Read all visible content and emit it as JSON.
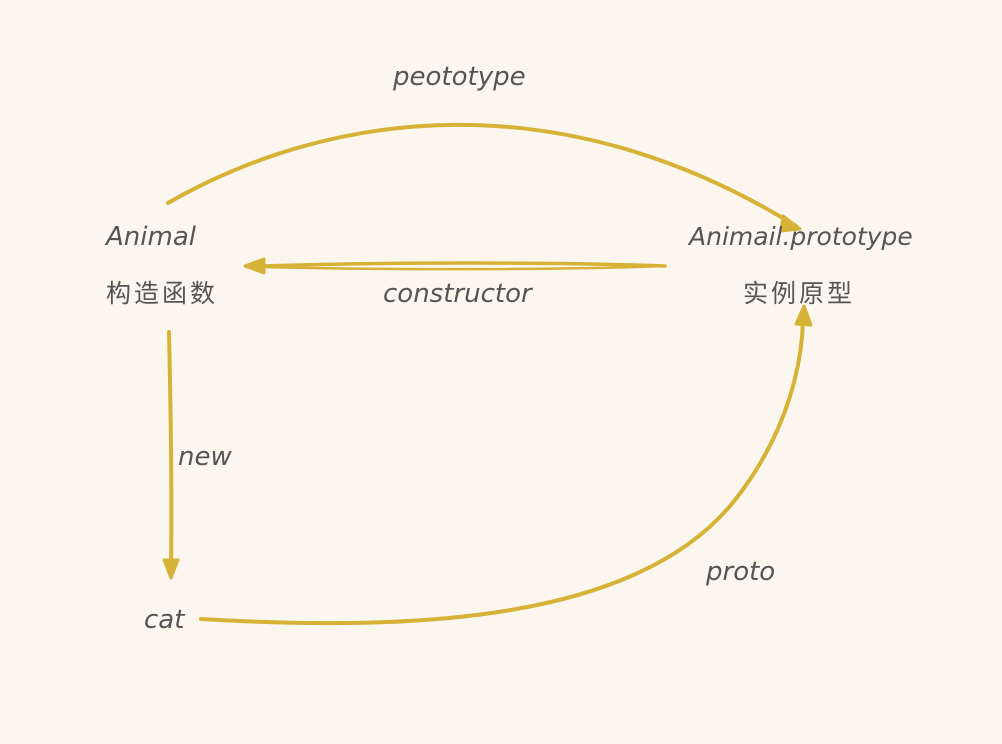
{
  "colors": {
    "background": "#fbf7ef",
    "arrow": "#d6b236",
    "text": "#555555"
  },
  "nodes": {
    "constructor_fn": {
      "line1": "Animal",
      "line2": "构造函数"
    },
    "prototype_obj": {
      "line1": "Animail.prototype",
      "line2": "实例原型"
    },
    "instance": {
      "line1": "cat"
    }
  },
  "edges": {
    "prototype_edge": {
      "label": "peototype"
    },
    "constructor_edge": {
      "label": "constructor"
    },
    "new_edge": {
      "label": "new"
    },
    "proto_edge": {
      "label": "proto"
    }
  }
}
